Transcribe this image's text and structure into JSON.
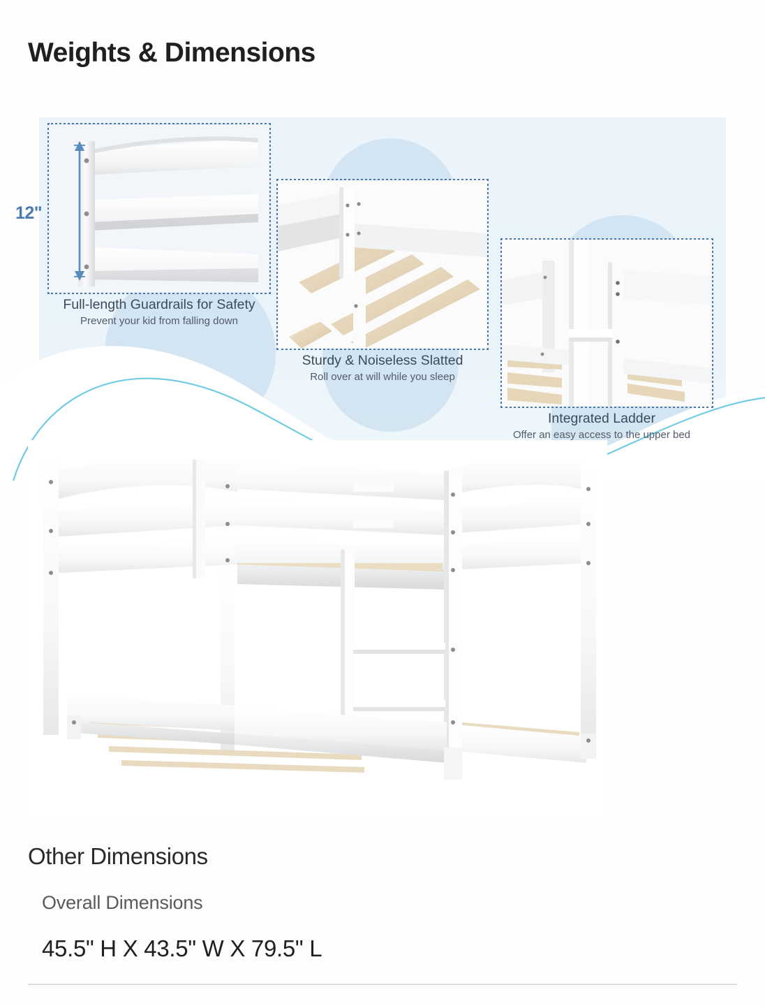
{
  "page": {
    "title": "Weights & Dimensions",
    "background_color": "#fdfdfd"
  },
  "infographic": {
    "background_color": "#eaf4fa",
    "accent_color": "#4a77a8",
    "blob_color": "#cfe2f0",
    "caption_color": "#3b4a5c",
    "panels": [
      {
        "id": "guardrails",
        "dimension_label": "12\"",
        "dimension_color": "#4a7cb0",
        "caption_title": "Full-length Guardrails for Safety",
        "caption_subtitle": "Prevent your kid from falling down",
        "image_alt": "white guardrail panel with three horizontal slats"
      },
      {
        "id": "slatted",
        "caption_title": "Sturdy & Noiseless Slatted",
        "caption_subtitle": "Roll over at will while you sleep",
        "image_alt": "wooden slat bed base inside white frame"
      },
      {
        "id": "ladder",
        "caption_title": "Integrated Ladder",
        "caption_subtitle": "Offer an easy access to the upper bed",
        "image_alt": "integrated white ladder between bunks"
      }
    ]
  },
  "hero": {
    "image_alt": "white twin over twin low bunk bed with ladder and slats"
  },
  "other_dimensions": {
    "heading": "Other Dimensions",
    "row_label": "Overall Dimensions",
    "row_value": "45.5\" H X 43.5\" W X 79.5\" L"
  }
}
